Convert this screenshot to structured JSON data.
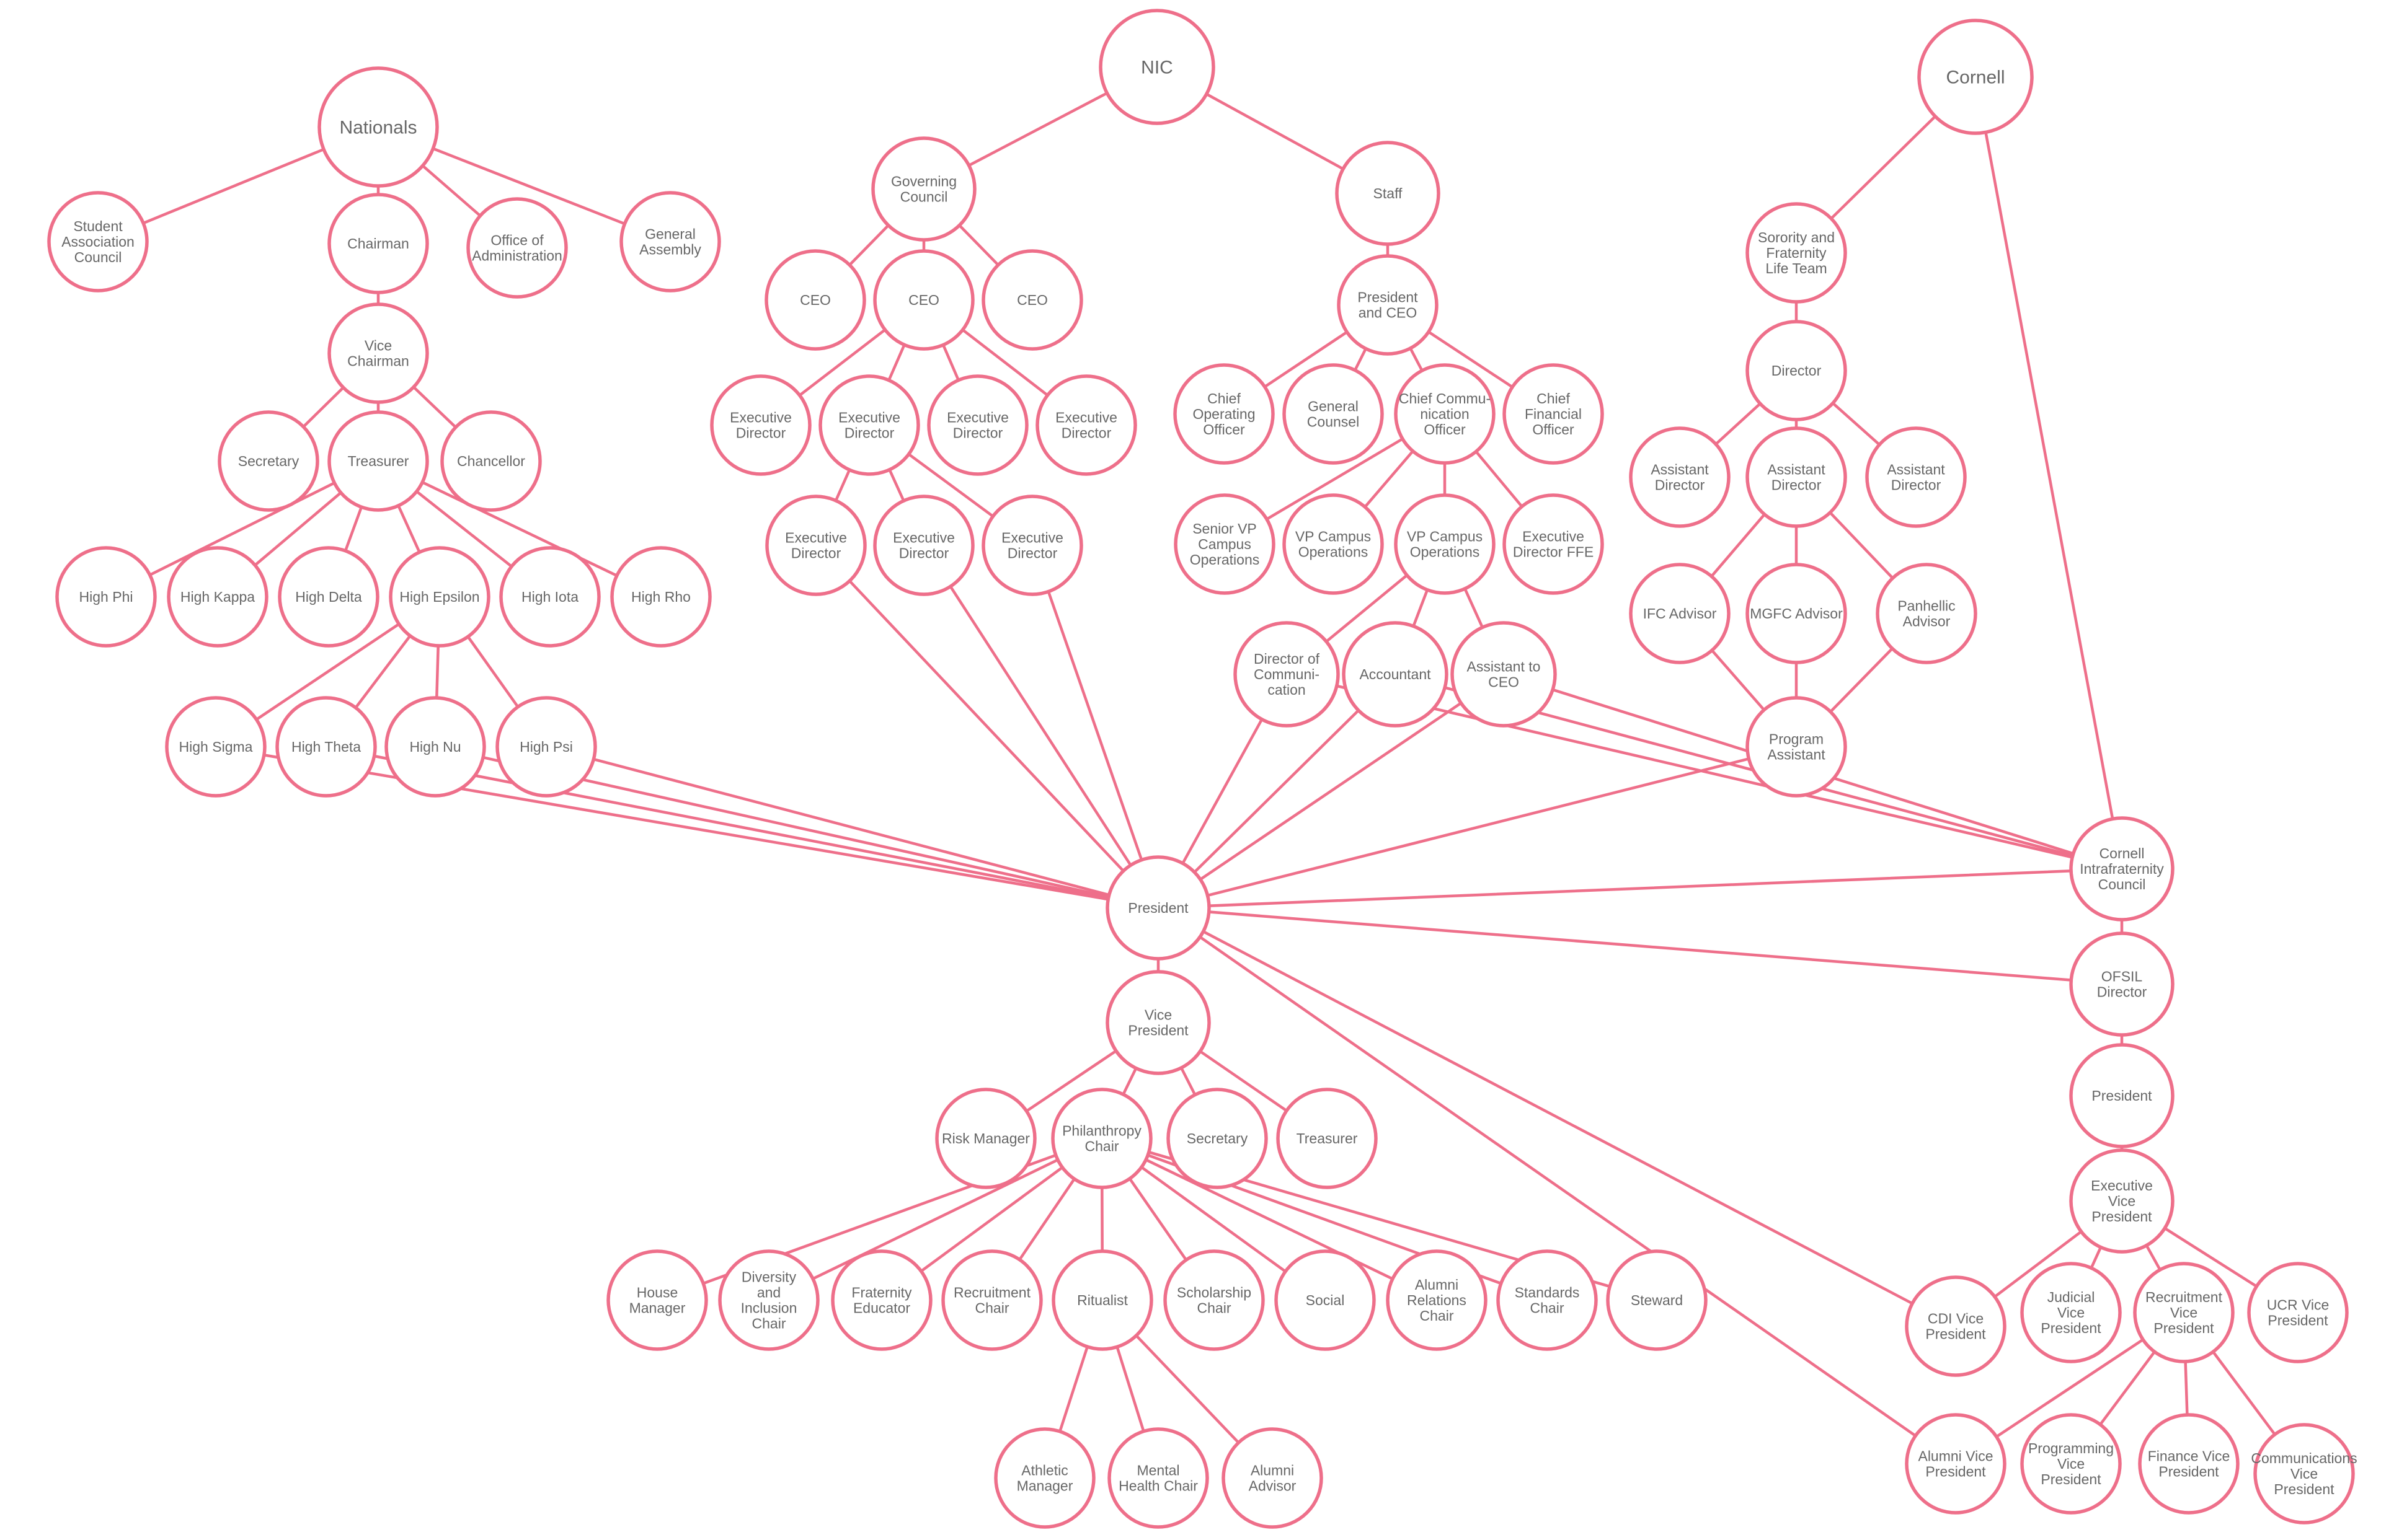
{
  "nodes": {
    "nic": {
      "label": "NIC"
    },
    "cornell": {
      "label": "Cornell"
    },
    "nationals": {
      "label": "Nationals"
    },
    "sac": {
      "label": "Student Association Council"
    },
    "chairman": {
      "label": "Chairman"
    },
    "officeadmin": {
      "label": "Office of Administration"
    },
    "genassembly": {
      "label": "General Assembly"
    },
    "vicechairman": {
      "label": "Vice Chairman"
    },
    "nat_secretary": {
      "label": "Secretary"
    },
    "nat_treasurer": {
      "label": "Treasurer"
    },
    "chancellor": {
      "label": "Chancellor"
    },
    "highphi": {
      "label": "High Phi"
    },
    "highkappa": {
      "label": "High Kappa"
    },
    "highdelta": {
      "label": "High Delta"
    },
    "highepsilon": {
      "label": "High Epsilon"
    },
    "highiota": {
      "label": "High Iota"
    },
    "highrho": {
      "label": "High Rho"
    },
    "highsigma": {
      "label": "High Sigma"
    },
    "hightheta": {
      "label": "High Theta"
    },
    "highnu": {
      "label": "High Nu"
    },
    "highpsi": {
      "label": "High Psi"
    },
    "govcouncil": {
      "label": "Governing Council"
    },
    "staff": {
      "label": "Staff"
    },
    "ceo1": {
      "label": "CEO"
    },
    "ceo2": {
      "label": "CEO"
    },
    "ceo3": {
      "label": "CEO"
    },
    "ed1": {
      "label": "Executive Director"
    },
    "ed2": {
      "label": "Executive Director"
    },
    "ed3": {
      "label": "Executive Director"
    },
    "ed4": {
      "label": "Executive Director"
    },
    "ed5": {
      "label": "Executive Director"
    },
    "ed6": {
      "label": "Executive Director"
    },
    "ed7": {
      "label": "Executive Director"
    },
    "presceo": {
      "label": "President and CEO"
    },
    "coo": {
      "label": "Chief Operating Officer"
    },
    "gencounsel": {
      "label": "General Counsel"
    },
    "cco": {
      "label": "Chief Commu- nication Officer"
    },
    "cfo": {
      "label": "Chief Financial Officer"
    },
    "svpcampus": {
      "label": "Senior VP Campus Operations"
    },
    "vpcampus1": {
      "label": "VP Campus Operations"
    },
    "vpcampus2": {
      "label": "VP Campus Operations"
    },
    "edffe": {
      "label": "Executive Director FFE"
    },
    "dircomm": {
      "label": "Director of Communi- cation"
    },
    "accountant": {
      "label": "Accountant"
    },
    "assistceo": {
      "label": "Assistant to CEO"
    },
    "sflt": {
      "label": "Sorority and Fraternity Life Team"
    },
    "c_director": {
      "label": "Director"
    },
    "ad1": {
      "label": "Assistant Director"
    },
    "ad2": {
      "label": "Assistant Director"
    },
    "ad3": {
      "label": "Assistant Director"
    },
    "ifcadvisor": {
      "label": "IFC Advisor"
    },
    "mgfcadvisor": {
      "label": "MGFC Advisor"
    },
    "panhadvisor": {
      "label": "Panhellic Advisor"
    },
    "progassist": {
      "label": "Program Assistant"
    },
    "president": {
      "label": "President"
    },
    "vicepres": {
      "label": "Vice President"
    },
    "riskmgr": {
      "label": "Risk Manager"
    },
    "philchair": {
      "label": "Philanthropy Chair"
    },
    "ch_secretary": {
      "label": "Secretary"
    },
    "ch_treasurer": {
      "label": "Treasurer"
    },
    "housemgr": {
      "label": "House Manager"
    },
    "dichair": {
      "label": "Diversity and Inclusion Chair"
    },
    "fratedu": {
      "label": "Fraternity Educator"
    },
    "recchair": {
      "label": "Recruitment Chair"
    },
    "ritualist": {
      "label": "Ritualist"
    },
    "scholchair": {
      "label": "Scholarship Chair"
    },
    "social": {
      "label": "Social"
    },
    "alumnichair": {
      "label": "Alumni Relations Chair"
    },
    "standchair": {
      "label": "Standards Chair"
    },
    "steward": {
      "label": "Steward"
    },
    "athmgr": {
      "label": "Athletic Manager"
    },
    "mhchair": {
      "label": "Mental Health Chair"
    },
    "alumadvisor": {
      "label": "Alumni Advisor"
    },
    "cic": {
      "label": "Cornell Intrafraternity Council"
    },
    "ofsil": {
      "label": "OFSIL Director"
    },
    "cic_pres": {
      "label": "President"
    },
    "evp": {
      "label": "Executive Vice President"
    },
    "cdivp": {
      "label": "CDI Vice President"
    },
    "judvp": {
      "label": "Judicial Vice President"
    },
    "recvp": {
      "label": "Recruitment Vice President"
    },
    "ucrvp": {
      "label": "UCR Vice President"
    },
    "alumvp": {
      "label": "Alumni Vice President"
    },
    "progvp": {
      "label": "Programming Vice President"
    },
    "finvp": {
      "label": "Finance Vice President"
    },
    "commvp": {
      "label": "Communications Vice President"
    }
  },
  "edges": [
    [
      "nic",
      "govcouncil"
    ],
    [
      "nic",
      "staff"
    ],
    [
      "govcouncil",
      "ceo1"
    ],
    [
      "govcouncil",
      "ceo2"
    ],
    [
      "govcouncil",
      "ceo3"
    ],
    [
      "ceo2",
      "ed1"
    ],
    [
      "ceo2",
      "ed2"
    ],
    [
      "ceo2",
      "ed3"
    ],
    [
      "ceo2",
      "ed4"
    ],
    [
      "ed2",
      "ed5"
    ],
    [
      "ed2",
      "ed6"
    ],
    [
      "ed2",
      "ed7"
    ],
    [
      "ed5",
      "president"
    ],
    [
      "ed6",
      "president"
    ],
    [
      "ed7",
      "president"
    ],
    [
      "staff",
      "presceo"
    ],
    [
      "presceo",
      "coo"
    ],
    [
      "presceo",
      "gencounsel"
    ],
    [
      "presceo",
      "cco"
    ],
    [
      "presceo",
      "cfo"
    ],
    [
      "cco",
      "svpcampus"
    ],
    [
      "cco",
      "vpcampus1"
    ],
    [
      "cco",
      "vpcampus2"
    ],
    [
      "cco",
      "edffe"
    ],
    [
      "vpcampus2",
      "dircomm"
    ],
    [
      "vpcampus2",
      "accountant"
    ],
    [
      "vpcampus2",
      "assistceo"
    ],
    [
      "dircomm",
      "president"
    ],
    [
      "accountant",
      "president"
    ],
    [
      "assistceo",
      "president"
    ],
    [
      "dircomm",
      "cic"
    ],
    [
      "accountant",
      "cic"
    ],
    [
      "assistceo",
      "cic"
    ],
    [
      "nationals",
      "sac"
    ],
    [
      "nationals",
      "chairman"
    ],
    [
      "nationals",
      "officeadmin"
    ],
    [
      "nationals",
      "genassembly"
    ],
    [
      "chairman",
      "vicechairman"
    ],
    [
      "vicechairman",
      "nat_secretary"
    ],
    [
      "vicechairman",
      "nat_treasurer"
    ],
    [
      "vicechairman",
      "chancellor"
    ],
    [
      "nat_treasurer",
      "highphi"
    ],
    [
      "nat_treasurer",
      "highkappa"
    ],
    [
      "nat_treasurer",
      "highdelta"
    ],
    [
      "nat_treasurer",
      "highepsilon"
    ],
    [
      "nat_treasurer",
      "highiota"
    ],
    [
      "nat_treasurer",
      "highrho"
    ],
    [
      "highepsilon",
      "highsigma"
    ],
    [
      "highepsilon",
      "hightheta"
    ],
    [
      "highepsilon",
      "highnu"
    ],
    [
      "highepsilon",
      "highpsi"
    ],
    [
      "highsigma",
      "president"
    ],
    [
      "hightheta",
      "president"
    ],
    [
      "highnu",
      "president"
    ],
    [
      "highpsi",
      "president"
    ],
    [
      "cornell",
      "sflt"
    ],
    [
      "cornell",
      "cic"
    ],
    [
      "sflt",
      "c_director"
    ],
    [
      "c_director",
      "ad1"
    ],
    [
      "c_director",
      "ad2"
    ],
    [
      "c_director",
      "ad3"
    ],
    [
      "ad2",
      "ifcadvisor"
    ],
    [
      "ad2",
      "mgfcadvisor"
    ],
    [
      "ad2",
      "panhadvisor"
    ],
    [
      "ifcadvisor",
      "progassist"
    ],
    [
      "mgfcadvisor",
      "progassist"
    ],
    [
      "panhadvisor",
      "progassist"
    ],
    [
      "progassist",
      "president"
    ],
    [
      "cic",
      "president"
    ],
    [
      "cic",
      "ofsil"
    ],
    [
      "ofsil",
      "president"
    ],
    [
      "ofsil",
      "cic_pres"
    ],
    [
      "cic_pres",
      "evp"
    ],
    [
      "evp",
      "cdivp"
    ],
    [
      "evp",
      "judvp"
    ],
    [
      "evp",
      "recvp"
    ],
    [
      "evp",
      "ucrvp"
    ],
    [
      "recvp",
      "alumvp"
    ],
    [
      "recvp",
      "progvp"
    ],
    [
      "recvp",
      "finvp"
    ],
    [
      "recvp",
      "commvp"
    ],
    [
      "president",
      "cdivp"
    ],
    [
      "president",
      "alumvp"
    ],
    [
      "president",
      "vicepres"
    ],
    [
      "vicepres",
      "riskmgr"
    ],
    [
      "vicepres",
      "philchair"
    ],
    [
      "vicepres",
      "ch_secretary"
    ],
    [
      "vicepres",
      "ch_treasurer"
    ],
    [
      "philchair",
      "housemgr"
    ],
    [
      "philchair",
      "dichair"
    ],
    [
      "philchair",
      "fratedu"
    ],
    [
      "philchair",
      "recchair"
    ],
    [
      "philchair",
      "ritualist"
    ],
    [
      "philchair",
      "scholchair"
    ],
    [
      "philchair",
      "social"
    ],
    [
      "philchair",
      "alumnichair"
    ],
    [
      "philchair",
      "standchair"
    ],
    [
      "philchair",
      "steward"
    ],
    [
      "ritualist",
      "athmgr"
    ],
    [
      "ritualist",
      "mhchair"
    ],
    [
      "ritualist",
      "alumadvisor"
    ]
  ]
}
